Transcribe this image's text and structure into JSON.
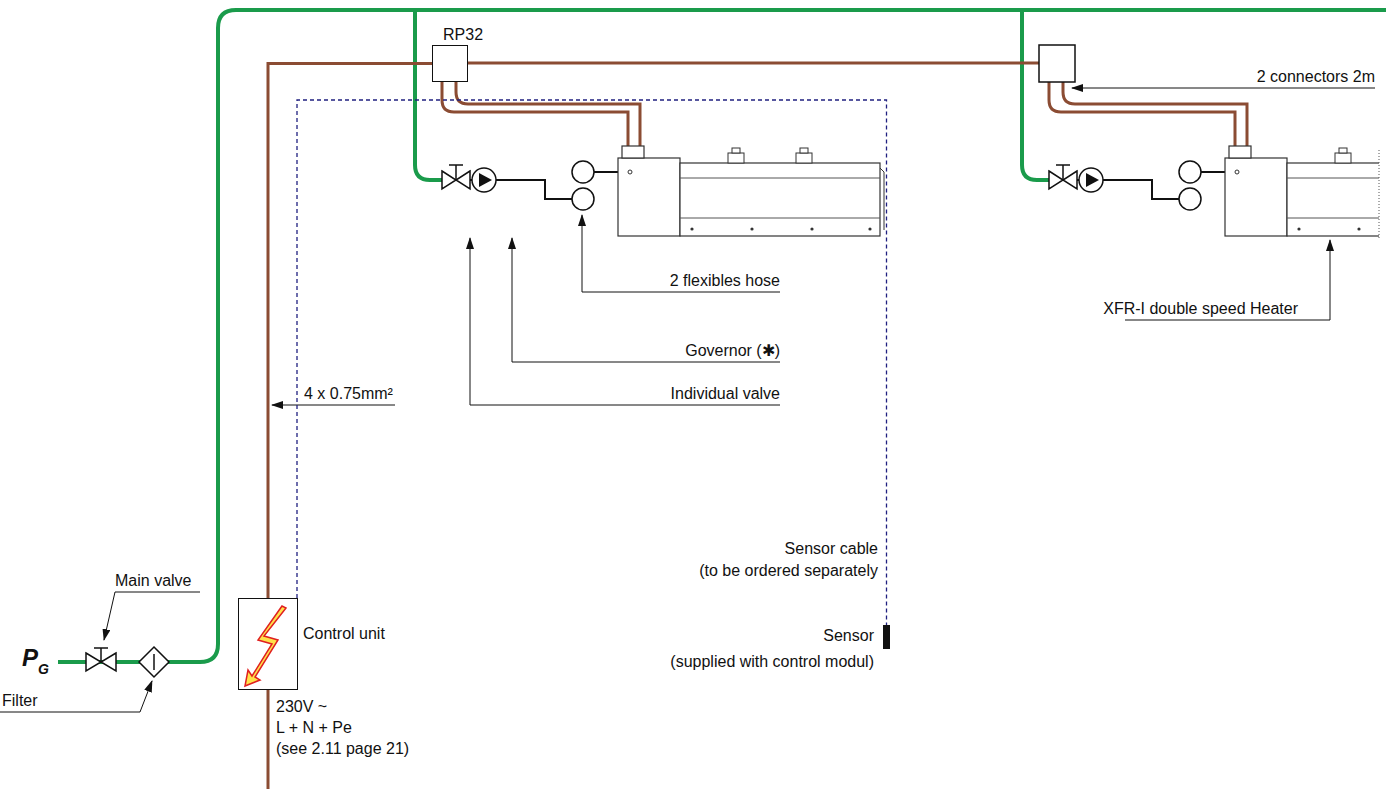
{
  "diagram": {
    "nodes": [
      {
        "text": [
          "RP32"
        ]
      },
      {
        "text": [
          "Control unit"
        ]
      },
      {
        "text": [
          "Sensor",
          "(supplied with control modul)"
        ]
      }
    ],
    "edges": [
      {
        "from": 1,
        "to": 0,
        "arrow": "none"
      },
      {
        "from": 1,
        "to": 2,
        "arrow": "none"
      }
    ],
    "labels": [
      "P",
      "G",
      "Main valve",
      "Filter",
      "230V ~",
      "L + N + Pe",
      "(see 2.11 page 21)",
      "4 x 0.75mm²",
      "Individual valve",
      "Governor (✱)",
      "2 flexibles hose",
      "2 connectors 2m",
      "XFR-I double speed Heater",
      "Sensor cable",
      "(to be ordered separately"
    ]
  }
}
